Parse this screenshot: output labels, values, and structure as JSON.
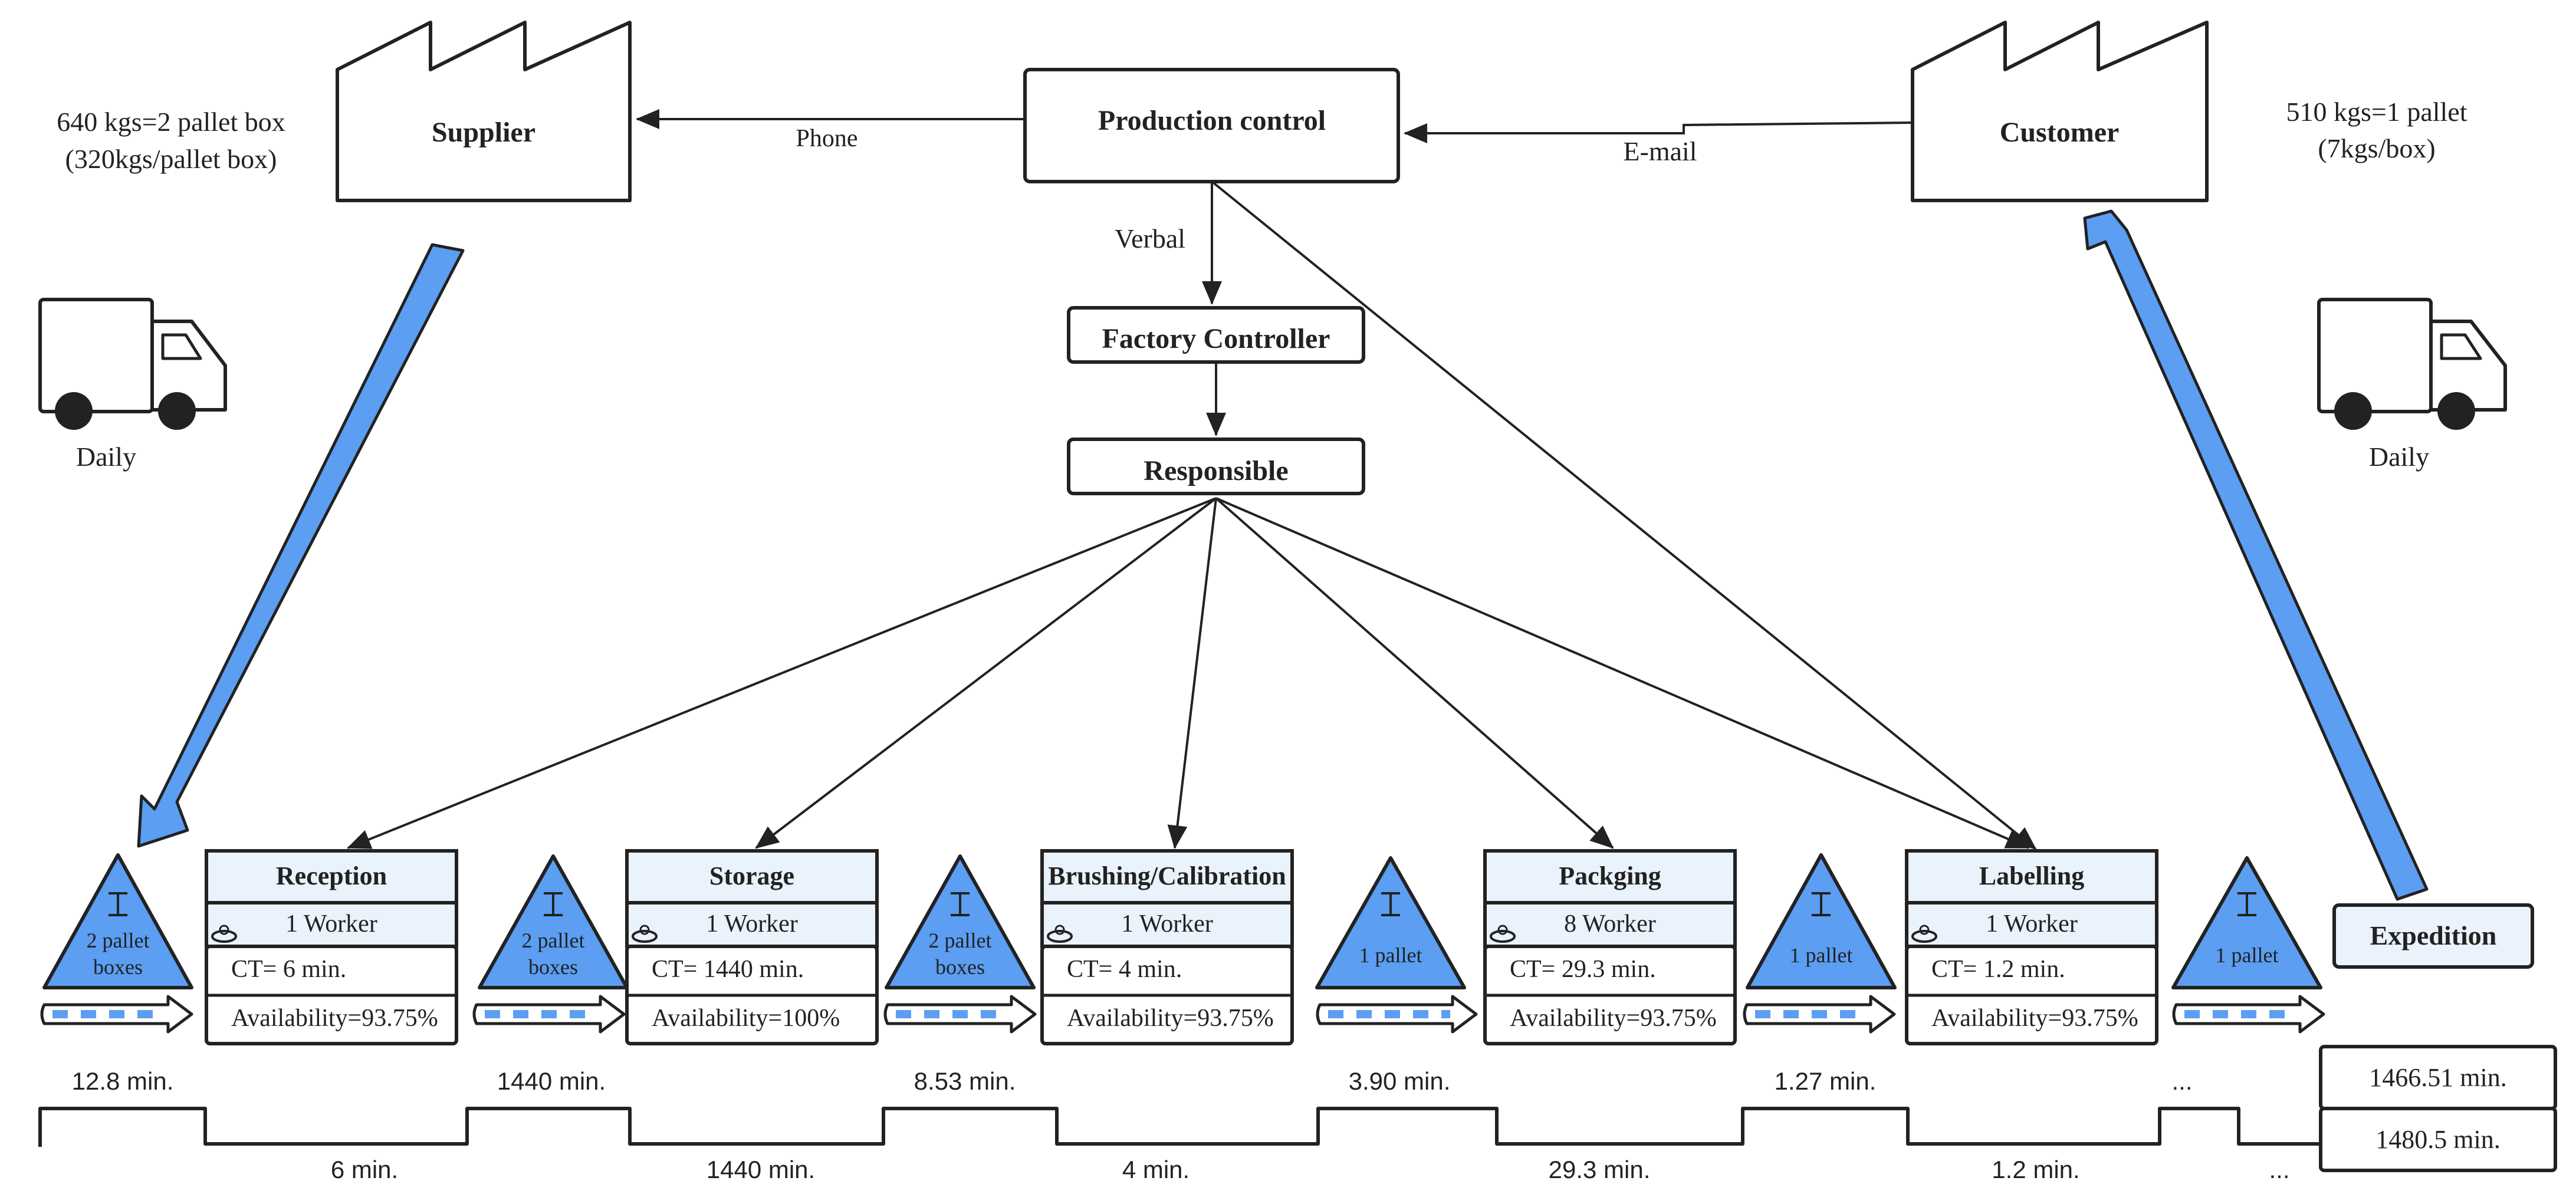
{
  "colors": {
    "stroke": "#222222",
    "accent_blue": "#5b9ef2",
    "header_fill": "#eaf2fc",
    "white": "#ffffff"
  },
  "entities": {
    "supplier": {
      "label": "Supplier",
      "icon": "factory-icon"
    },
    "customer": {
      "label": "Customer",
      "icon": "factory-icon"
    },
    "production_control": {
      "label": "Production control"
    },
    "factory_controller": {
      "label": "Factory Controller"
    },
    "responsible": {
      "label": "Responsible"
    }
  },
  "notes": {
    "supplier_qty_line1": "640 kgs=2 pallet box",
    "supplier_qty_line2": "(320kgs/pallet box)",
    "customer_qty_line1": "510 kgs=1 pallet",
    "customer_qty_line2": "(7kgs/box)"
  },
  "flows": {
    "phone": "Phone",
    "email": "E-mail",
    "verbal": "Verbal"
  },
  "trucks": {
    "left_label": "Daily",
    "right_label": "Daily",
    "icon": "truck-icon"
  },
  "processes": [
    {
      "name": "Reception",
      "workers": "1 Worker",
      "ct": "CT= 6 min.",
      "availability": "Availability=93.75%"
    },
    {
      "name": "Storage",
      "workers": "1 Worker",
      "ct": "CT= 1440 min.",
      "availability": "Availability=100%"
    },
    {
      "name": "Brushing/Calibration",
      "workers": "1 Worker",
      "ct": "CT= 4 min.",
      "availability": "Availability=93.75%"
    },
    {
      "name": "Packging",
      "workers": "8 Worker",
      "ct": "CT= 29.3 min.",
      "availability": "Availability=93.75%"
    },
    {
      "name": "Labelling",
      "workers": "1 Worker",
      "ct": "CT= 1.2 min.",
      "availability": "Availability=93.75%"
    }
  ],
  "expedition": {
    "label": "Expedition"
  },
  "inventories": [
    {
      "line1": "2 pallet",
      "line2": "boxes"
    },
    {
      "line1": "2 pallet",
      "line2": "boxes"
    },
    {
      "line1": "2 pallet",
      "line2": "boxes"
    },
    {
      "line1": "1 pallet",
      "line2": ""
    },
    {
      "line1": "1 pallet",
      "line2": ""
    },
    {
      "line1": "1 pallet",
      "line2": ""
    }
  ],
  "timeline": {
    "waiting": [
      "12.8 min.",
      "1440 min.",
      "8.53 min.",
      "3.90 min.",
      "1.27 min.",
      "..."
    ],
    "processing": [
      "6 min.",
      "1440 min.",
      "4 min.",
      "29.3 min.",
      "1.2 min.",
      "..."
    ],
    "total_lead_time": "1466.51 min.",
    "total_processing_time": "1480.5 min."
  }
}
